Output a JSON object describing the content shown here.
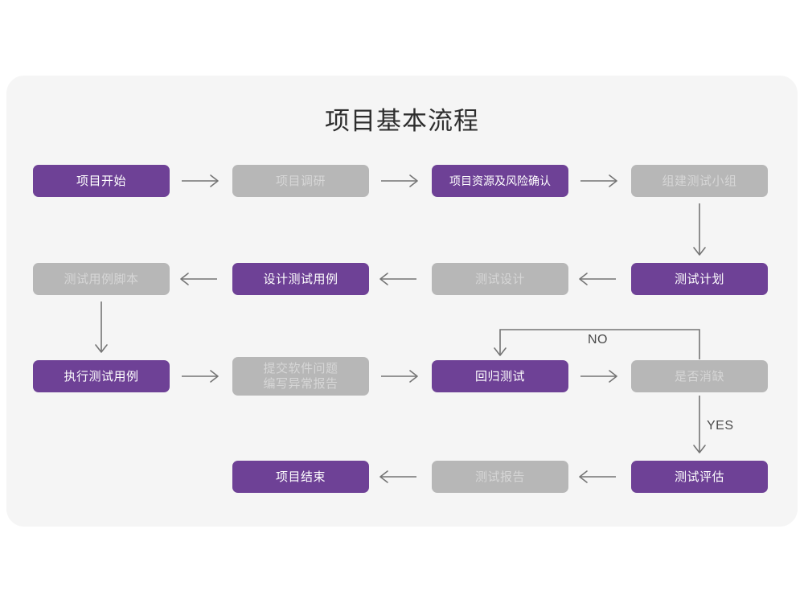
{
  "page": {
    "title": "项目基本流程",
    "background": "#ffffff",
    "card_background": "#f5f5f5",
    "accent_purple": "#6e4196",
    "muted_gray": "#b7b7b7",
    "muted_gray_text": "#d6d6d6",
    "line_color": "#757575"
  },
  "nodes": [
    {
      "id": "n1",
      "label": "项目开始",
      "style": "purple",
      "row": 1,
      "col": 1
    },
    {
      "id": "n2",
      "label": "项目调研",
      "style": "gray",
      "row": 1,
      "col": 2
    },
    {
      "id": "n3",
      "label": "项目资源及风险确认",
      "style": "purple",
      "row": 1,
      "col": 3
    },
    {
      "id": "n4",
      "label": "组建测试小组",
      "style": "gray",
      "row": 1,
      "col": 4
    },
    {
      "id": "n5",
      "label": "测试用例脚本",
      "style": "gray",
      "row": 2,
      "col": 1
    },
    {
      "id": "n6",
      "label": "设计测试用例",
      "style": "purple",
      "row": 2,
      "col": 2
    },
    {
      "id": "n7",
      "label": "测试设计",
      "style": "gray",
      "row": 2,
      "col": 3
    },
    {
      "id": "n8",
      "label": "测试计划",
      "style": "purple",
      "row": 2,
      "col": 4
    },
    {
      "id": "n9",
      "label": "执行测试用例",
      "style": "purple",
      "row": 3,
      "col": 1
    },
    {
      "id": "n10",
      "label": "提交软件问题\n编写异常报告",
      "style": "gray",
      "row": 3,
      "col": 2
    },
    {
      "id": "n11",
      "label": "回归测试",
      "style": "purple",
      "row": 3,
      "col": 3
    },
    {
      "id": "n12",
      "label": "是否消缺",
      "style": "gray",
      "row": 3,
      "col": 4
    },
    {
      "id": "n13",
      "label": "项目结束",
      "style": "purple",
      "row": 4,
      "col": 2
    },
    {
      "id": "n14",
      "label": "测试报告",
      "style": "gray",
      "row": 4,
      "col": 3
    },
    {
      "id": "n15",
      "label": "测试评估",
      "style": "purple",
      "row": 4,
      "col": 4
    }
  ],
  "edge_labels": {
    "no": "NO",
    "yes": "YES"
  }
}
